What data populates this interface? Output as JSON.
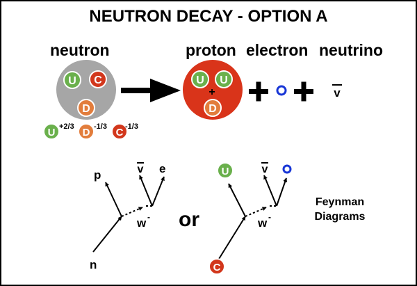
{
  "title": "NEUTRON DECAY - OPTION A",
  "headings": {
    "neutron": "neutron",
    "proton": "proton",
    "electron": "electron",
    "neutrino": "neutrino"
  },
  "quarks": {
    "up": "U",
    "down": "D",
    "charm": "C"
  },
  "charges": {
    "up": "+2/3",
    "down": "-1/3",
    "charm": "-1/3"
  },
  "proton_charge_sign": "+",
  "plus_signs": [
    "+",
    "+"
  ],
  "antineutrino_symbol": "v",
  "feynman": {
    "p": "p",
    "n": "n",
    "e": "e",
    "w": "w",
    "w_sup": "-",
    "or": "or",
    "caption_line1": "Feynman",
    "caption_line2": "Diagrams"
  },
  "colors": {
    "up": "#6ab04c",
    "down": "#e27d3c",
    "charm": "#d2371c",
    "neutron_body": "#a6a6a6",
    "proton_body": "#d9341a",
    "electron": "#1836d6",
    "outline": "#ffffff"
  }
}
